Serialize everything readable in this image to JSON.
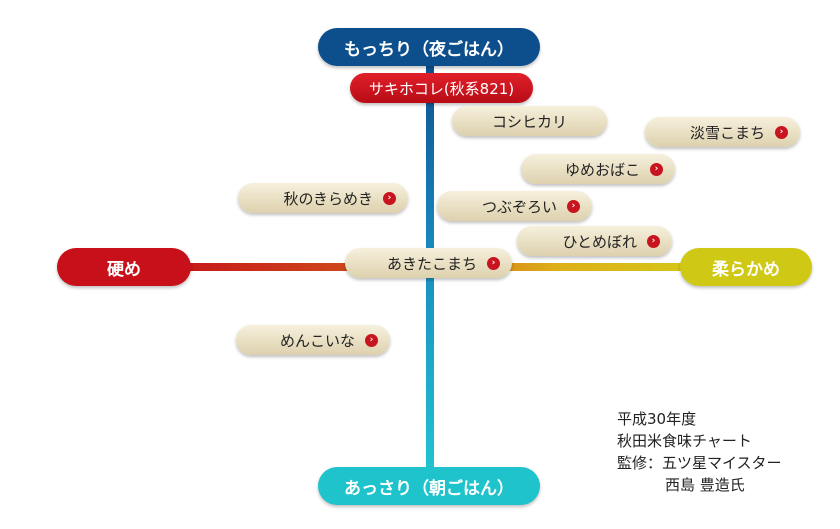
{
  "axes": {
    "top": "もっちり（夜ごはん）",
    "bottom": "あっさり（朝ごはん）",
    "left": "硬め",
    "right": "柔らかめ"
  },
  "colors": {
    "top": "#0c4f8c",
    "bottom": "#1ec3cc",
    "left": "#c8101a",
    "right": "#cfc815",
    "featured": "#cc1020"
  },
  "featured": "サキホコレ(秋系821)",
  "varieties": [
    {
      "name": "コシヒカリ",
      "link": false
    },
    {
      "name": "淡雪こまち",
      "link": true
    },
    {
      "name": "ゆめおばこ",
      "link": true
    },
    {
      "name": "秋のきらめき",
      "link": true
    },
    {
      "name": "つぶぞろい",
      "link": true
    },
    {
      "name": "ひとめぼれ",
      "link": true
    },
    {
      "name": "あきたこまち",
      "link": true
    },
    {
      "name": "めんこいな",
      "link": true
    }
  ],
  "arrow_icon": "chevron-right-circle-icon",
  "arrow_glyph": "›",
  "credit": [
    "平成30年度",
    "秋田米食味チャート",
    "監修：五ツ星マイスター",
    "西島 豊造氏"
  ]
}
